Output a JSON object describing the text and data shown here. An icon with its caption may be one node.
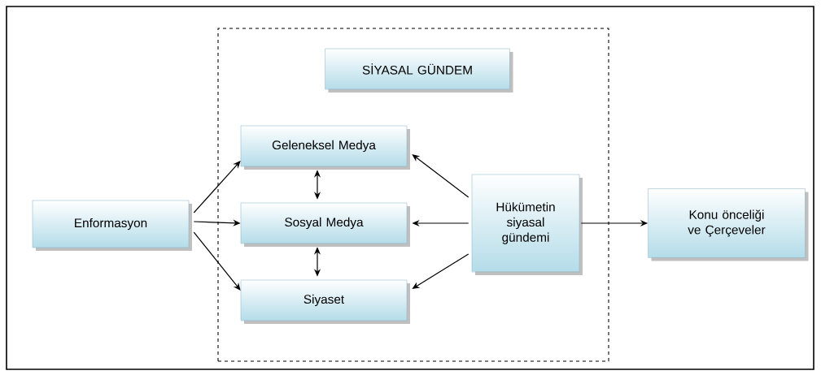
{
  "diagram": {
    "nodes": [
      {
        "text": [],
        "shape": "box"
      },
      {
        "text": [
          "Enformasyon"
        ]
      },
      {
        "text": [
          "SİYASAL GÜNDEM"
        ],
        "in": 0
      },
      {
        "text": [
          "Geleneksel Medya"
        ],
        "in": 0
      },
      {
        "text": [
          "Sosyal Medya"
        ],
        "in": 0
      },
      {
        "text": [
          "Siyaset"
        ],
        "in": 0
      },
      {
        "text": [
          "Hükümetin siyasal gündemi"
        ],
        "in": 0
      },
      {
        "text": [
          "Konu önceliği ve Çerçeveler"
        ]
      }
    ],
    "edges": [
      {
        "from": 1,
        "to": 3,
        "arrow": "to"
      },
      {
        "from": 1,
        "to": 4,
        "arrow": "to"
      },
      {
        "from": 1,
        "to": 5,
        "arrow": "to"
      },
      {
        "from": 3,
        "to": 4,
        "arrow": "both"
      },
      {
        "from": 4,
        "to": 5,
        "arrow": "both"
      },
      {
        "from": 6,
        "to": 3,
        "arrow": "to"
      },
      {
        "from": 6,
        "to": 4,
        "arrow": "to"
      },
      {
        "from": 6,
        "to": 5,
        "arrow": "to"
      },
      {
        "from": 6,
        "to": 7,
        "arrow": "to"
      }
    ]
  }
}
